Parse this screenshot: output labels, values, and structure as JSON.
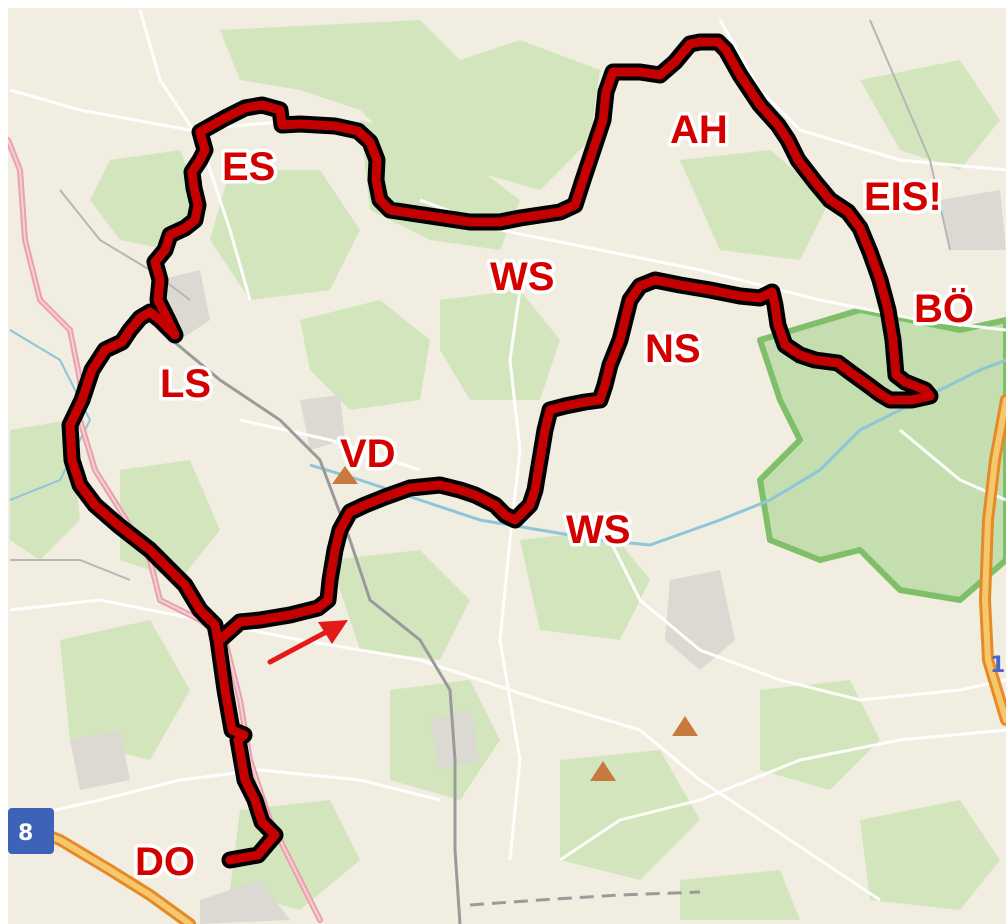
{
  "map": {
    "labels": {
      "ES": "ES",
      "AH": "AH",
      "EIS": "EIS!",
      "WS_north": "WS",
      "BO": "BÖ",
      "NS": "NS",
      "LS": "LS",
      "VD": "VD",
      "WS_south": "WS",
      "DO": "DO"
    },
    "road_shields": {
      "motorway": "8",
      "federal_partial": "1"
    },
    "colors": {
      "route": "#c40000",
      "route_outline": "#000000",
      "label_text": "#d40000",
      "label_halo": "#ffffff",
      "forest": "#cfe3b6",
      "nature_reserve_border": "#7fbf6a",
      "river": "#8ec5d9",
      "motorway": "#f0a23c",
      "motorway_shield": "#3d63b8",
      "trunk_road": "#e8a1ad",
      "railway": "#9a9a9a",
      "peak_marker": "#c87a3e",
      "annotation_arrow": "#e21a1a"
    },
    "icons": [
      "peak-triangle-icon",
      "direction-arrow-icon",
      "motorway-shield-icon"
    ]
  }
}
